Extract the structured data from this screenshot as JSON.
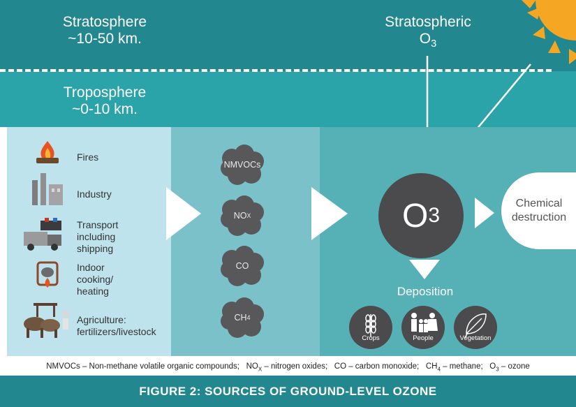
{
  "stratosphere": {
    "name": "Stratosphere",
    "altitude": "~10-50 km."
  },
  "troposphere": {
    "name": "Troposphere",
    "altitude": "~0-10 km."
  },
  "stratospheric_o3": {
    "line1": "Stratospheric",
    "symbol": "O",
    "sub": "3"
  },
  "sources": [
    {
      "label": "Fires",
      "icon": "fire-icon"
    },
    {
      "label": "Industry",
      "icon": "factory-icon"
    },
    {
      "label": "Transport\nincluding\nshipping",
      "icon": "truck-ship-icon"
    },
    {
      "label": "Indoor\ncooking/\nheating",
      "icon": "cooking-pot-icon"
    },
    {
      "label": "Agriculture:\nfertilizers/livestock",
      "icon": "ox-plow-icon"
    }
  ],
  "precursors": {
    "nmvocs": "NMVOCs",
    "nox": {
      "base": "NO",
      "sub": "X"
    },
    "co": "CO",
    "ch4": {
      "base": "CH",
      "sub": "4"
    }
  },
  "o3": {
    "base": "O",
    "sub": "3"
  },
  "chemical_destruction": "Chemical\ndestruction",
  "deposition": {
    "label": "Deposition",
    "targets": [
      {
        "label": "Crops",
        "icon": "wheat-icon"
      },
      {
        "label": "People",
        "icon": "family-icon"
      },
      {
        "label": "Vegetation",
        "icon": "leaf-icon"
      }
    ]
  },
  "legend": {
    "nmvocs": "NMVOCs – Non-methane volatile organic compounds;",
    "nox_base": "NO",
    "nox_sub": "X",
    "nox_def": " – nitrogen oxides;",
    "co": "CO – carbon monoxide;",
    "ch4_base": "CH",
    "ch4_sub": "4",
    "ch4_def": " – methane;",
    "o3_base": "O",
    "o3_sub": "3",
    "o3_def": " – ozone"
  },
  "figure_title": "FIGURE 2: SOURCES OF GROUND-LEVEL OZONE",
  "colors": {
    "strat": "#22878f",
    "tropo": "#2aa3a9",
    "sun": "#f5a623",
    "o3": "#4b4b4d"
  }
}
